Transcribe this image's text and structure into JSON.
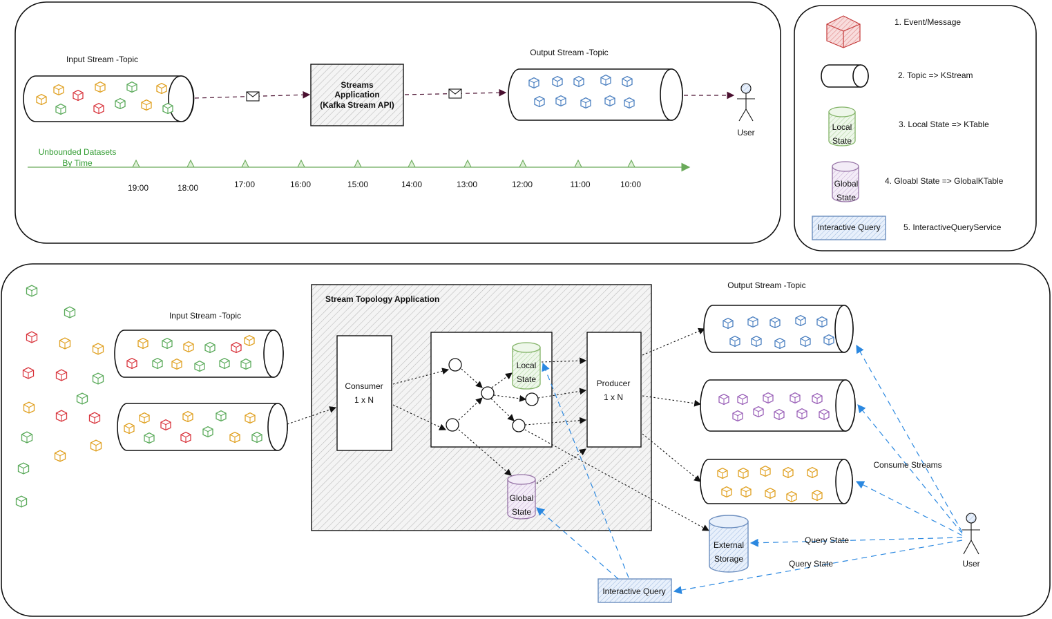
{
  "top": {
    "input_topic": "Input Stream -Topic",
    "app_line1": "Streams",
    "app_line2": "Application",
    "app_line3": "(Kafka Stream API)",
    "output_topic": "Output Stream -Topic",
    "user": "User",
    "unbounded_line1": "Unbounded Datasets",
    "unbounded_line2": "By Time",
    "times": [
      "19:00",
      "18:00",
      "17:00",
      "16:00",
      "15:00",
      "14:00",
      "13:00",
      "12:00",
      "11:00",
      "10:00"
    ]
  },
  "legend": {
    "item1": "1. Event/Message",
    "item2": "2. Topic => KStream",
    "item3": "3. Local State => KTable",
    "item4": "4. Gloabl State => GlobalKTable",
    "item5": "5. InteractiveQueryService",
    "local_line1": "Local",
    "local_line2": "State",
    "global_line1": "Global",
    "global_line2": "State",
    "iq_label": "Interactive Query"
  },
  "bottom": {
    "input_topic": "Input Stream -Topic",
    "topology_title": "Stream Topology Application",
    "consumer_line1": "Consumer",
    "consumer_line2": "1 x N",
    "producer_line1": "Producer",
    "producer_line2": "1 x N",
    "local_line1": "Local",
    "local_line2": "State",
    "global_line1": "Global",
    "global_line2": "State",
    "output_topic": "Output Stream -Topic",
    "consume_streams": "Consume Streams",
    "query_state_1": "Query State",
    "query_state_2": "Query State",
    "external_line1": "External",
    "external_line2": "Storage",
    "iq_label": "Interactive Query",
    "user": "User"
  },
  "colors": {
    "event_red": "#d9363e",
    "event_green": "#5aaa5a",
    "event_yellow": "#e0a020",
    "event_blue": "#4a7fc0",
    "event_purple": "#9a60b8",
    "local_state": "#82b366",
    "global_state": "#9673a6",
    "query_arrow": "#2b88e0",
    "timeline": "#6aaa5a"
  }
}
